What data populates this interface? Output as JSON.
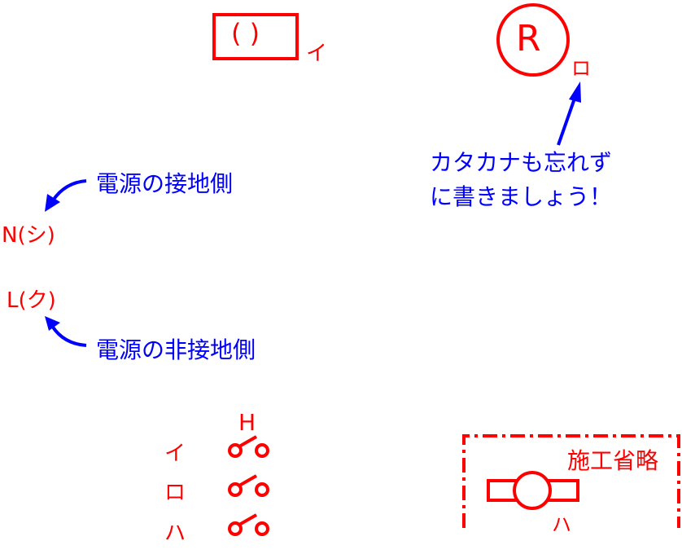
{
  "colors": {
    "symbol": "#ff0000",
    "annotation": "#0000ff",
    "background": "#ffffff"
  },
  "top_left": {
    "box_text": "(  )",
    "label": "イ"
  },
  "top_right": {
    "circle_text": "R",
    "label": "ロ",
    "note_line1": "カタカナも忘れず",
    "note_line2": "に書きましょう！"
  },
  "power": {
    "neutral_label": "N(シ)",
    "neutral_note": "電源の接地側",
    "line_label": "L(ク)",
    "line_note": "電源の非接地側"
  },
  "switches": {
    "header": "H",
    "rows": [
      {
        "label": "イ"
      },
      {
        "label": "ロ"
      },
      {
        "label": "ハ"
      }
    ]
  },
  "omitted": {
    "title": "施工省略",
    "label": "ハ"
  }
}
